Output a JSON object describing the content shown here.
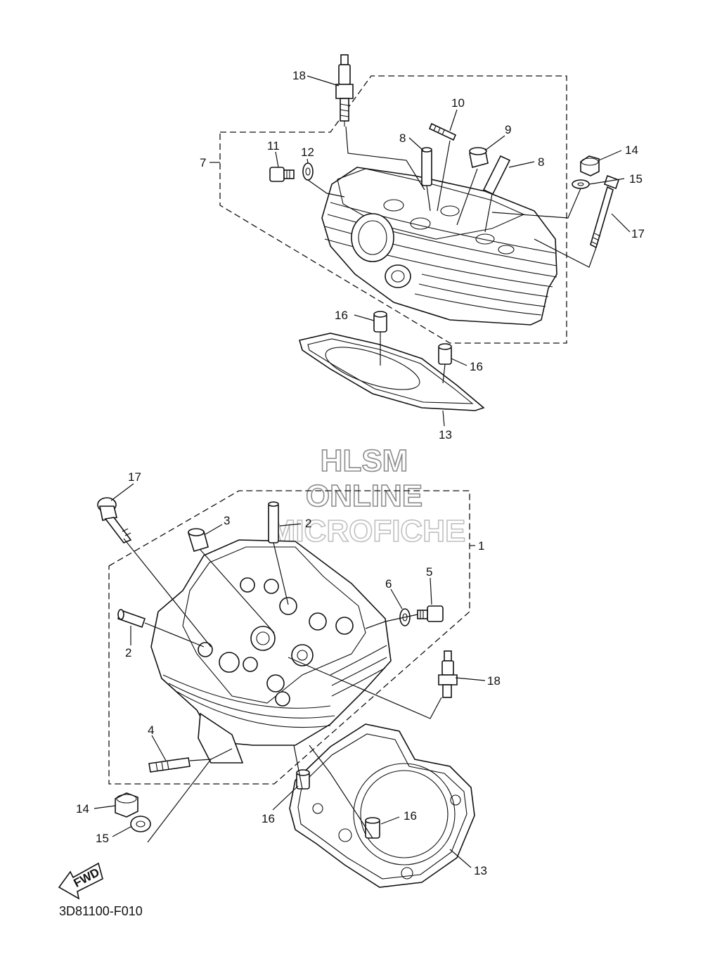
{
  "watermark": {
    "line1": "HLSM",
    "line2": "ONLINE",
    "line3": "MICROFICHE"
  },
  "diagram_code": "3D81100-F010",
  "fwd_label": "FWD",
  "callouts_upper": {
    "c18": "18",
    "c10": "10",
    "c9": "9",
    "c8a": "8",
    "c8b": "8",
    "c7": "7",
    "c11": "11",
    "c12": "12",
    "c14": "14",
    "c15": "15",
    "c17": "17",
    "c16a": "16",
    "c16b": "16",
    "c13": "13"
  },
  "callouts_lower": {
    "c17": "17",
    "c3": "3",
    "c2a": "2",
    "c1": "1",
    "c6": "6",
    "c5": "5",
    "c2b": "2",
    "c18": "18",
    "c4": "4",
    "c14": "14",
    "c15": "15",
    "c16a": "16",
    "c16b": "16",
    "c13": "13"
  },
  "colors": {
    "line": "#111111",
    "watermark_outline": "#8c8c8c",
    "part_fill": "#d9d9d9",
    "background": "#ffffff"
  }
}
